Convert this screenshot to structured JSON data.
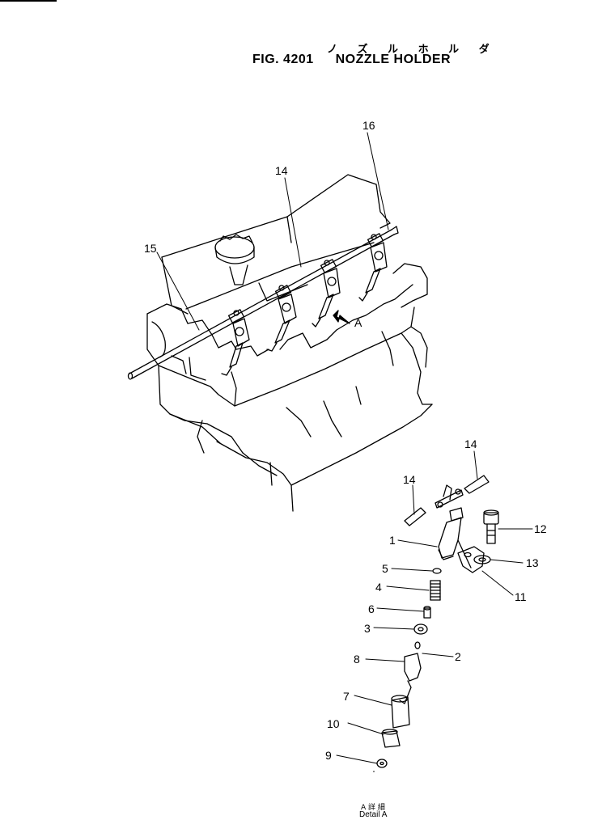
{
  "header": {
    "kana_title": "ノ ズ ル ホ ル ダ",
    "figure_code": "FIG. 4201",
    "figure_name": "NOZZLE HOLDER"
  },
  "labels": {
    "l1": "1",
    "l2": "2",
    "l3": "3",
    "l4": "4",
    "l5": "5",
    "l6": "6",
    "l7": "7",
    "l8": "8",
    "l9": "9",
    "l10": "10",
    "l11": "11",
    "l12": "12",
    "l13": "13",
    "l14a": "14",
    "l14b": "14",
    "l14c": "14",
    "l15": "15",
    "l16": "16",
    "view_arrow": "A"
  },
  "footer": {
    "detail_jp": "A 詳 細",
    "detail_en": "Detail  A"
  }
}
